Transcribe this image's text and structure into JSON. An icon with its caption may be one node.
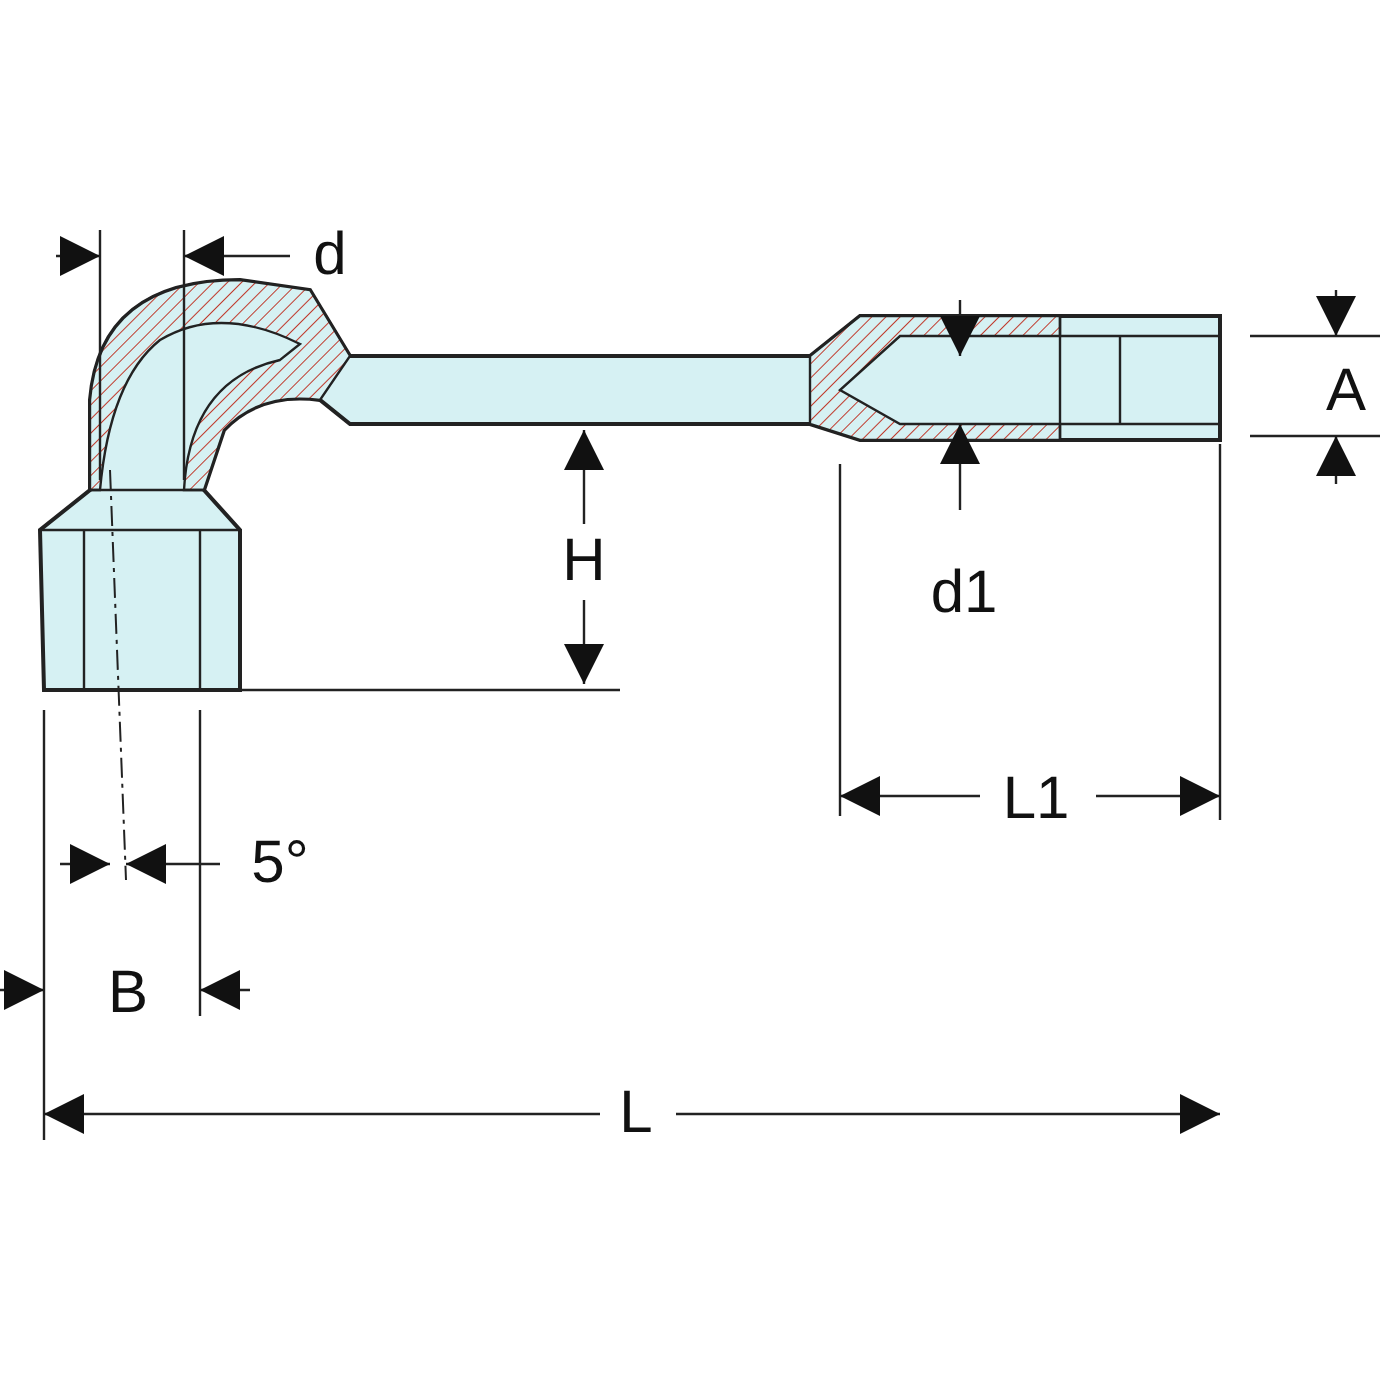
{
  "diagram": {
    "labels": [
      "d",
      "A",
      "H",
      "d1",
      "L1",
      "5°",
      "B",
      "L"
    ]
  }
}
